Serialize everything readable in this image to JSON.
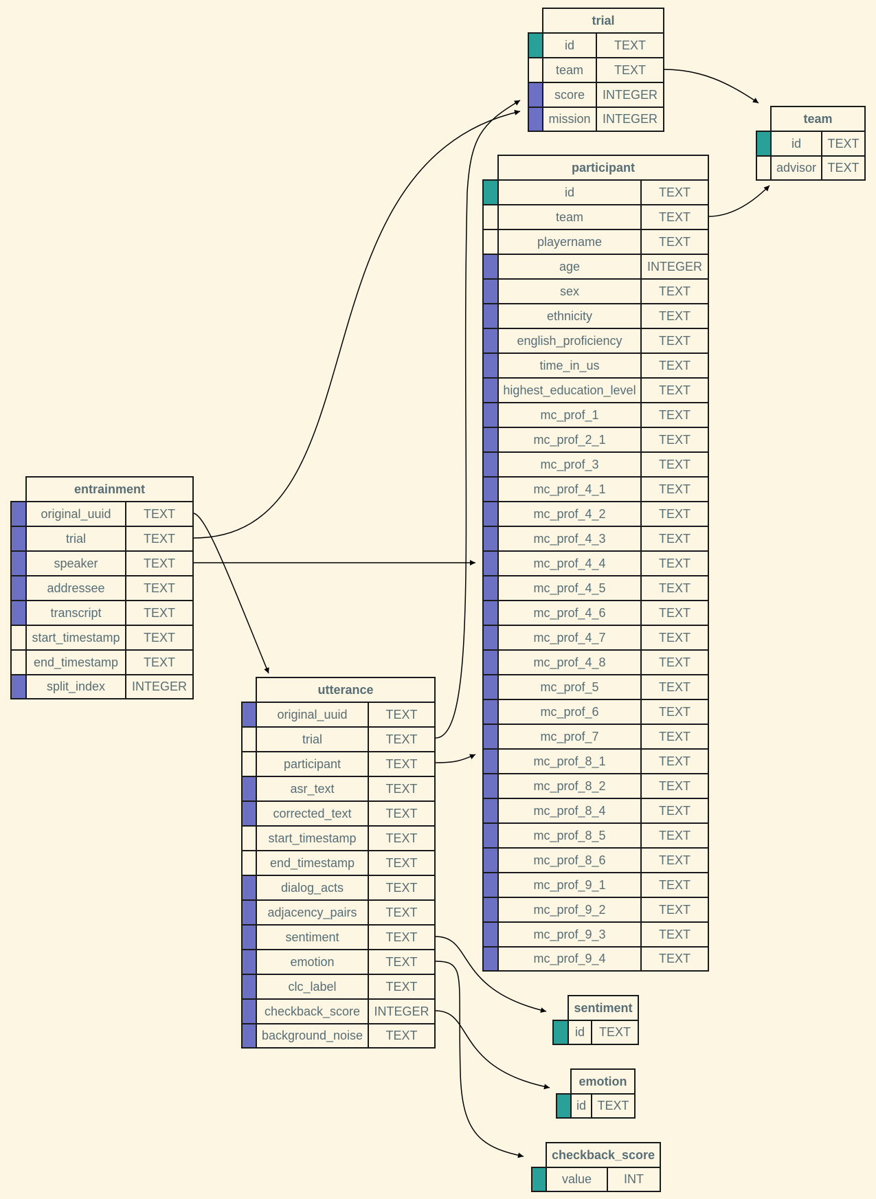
{
  "colors": {
    "background": "#fdf6e3",
    "text": "#586e75",
    "primary_key": "#2aa198",
    "indexed": "#6c71c4",
    "none": "#fdf6e3",
    "border": "#1a1a1a"
  },
  "tables": [
    {
      "name": "trial",
      "columns": [
        {
          "name": "id",
          "type": "TEXT",
          "marker": "primary_key"
        },
        {
          "name": "team",
          "type": "TEXT",
          "marker": "none"
        },
        {
          "name": "score",
          "type": "INTEGER",
          "marker": "indexed"
        },
        {
          "name": "mission",
          "type": "INTEGER",
          "marker": "indexed"
        }
      ]
    },
    {
      "name": "team",
      "columns": [
        {
          "name": "id",
          "type": "TEXT",
          "marker": "primary_key"
        },
        {
          "name": "advisor",
          "type": "TEXT",
          "marker": "none"
        }
      ]
    },
    {
      "name": "participant",
      "columns": [
        {
          "name": "id",
          "type": "TEXT",
          "marker": "primary_key"
        },
        {
          "name": "team",
          "type": "TEXT",
          "marker": "none"
        },
        {
          "name": "playername",
          "type": "TEXT",
          "marker": "none"
        },
        {
          "name": "age",
          "type": "INTEGER",
          "marker": "indexed"
        },
        {
          "name": "sex",
          "type": "TEXT",
          "marker": "indexed"
        },
        {
          "name": "ethnicity",
          "type": "TEXT",
          "marker": "indexed"
        },
        {
          "name": "english_proficiency",
          "type": "TEXT",
          "marker": "indexed"
        },
        {
          "name": "time_in_us",
          "type": "TEXT",
          "marker": "indexed"
        },
        {
          "name": "highest_education_level",
          "type": "TEXT",
          "marker": "indexed"
        },
        {
          "name": "mc_prof_1",
          "type": "TEXT",
          "marker": "indexed"
        },
        {
          "name": "mc_prof_2_1",
          "type": "TEXT",
          "marker": "indexed"
        },
        {
          "name": "mc_prof_3",
          "type": "TEXT",
          "marker": "indexed"
        },
        {
          "name": "mc_prof_4_1",
          "type": "TEXT",
          "marker": "indexed"
        },
        {
          "name": "mc_prof_4_2",
          "type": "TEXT",
          "marker": "indexed"
        },
        {
          "name": "mc_prof_4_3",
          "type": "TEXT",
          "marker": "indexed"
        },
        {
          "name": "mc_prof_4_4",
          "type": "TEXT",
          "marker": "indexed"
        },
        {
          "name": "mc_prof_4_5",
          "type": "TEXT",
          "marker": "indexed"
        },
        {
          "name": "mc_prof_4_6",
          "type": "TEXT",
          "marker": "indexed"
        },
        {
          "name": "mc_prof_4_7",
          "type": "TEXT",
          "marker": "indexed"
        },
        {
          "name": "mc_prof_4_8",
          "type": "TEXT",
          "marker": "indexed"
        },
        {
          "name": "mc_prof_5",
          "type": "TEXT",
          "marker": "indexed"
        },
        {
          "name": "mc_prof_6",
          "type": "TEXT",
          "marker": "indexed"
        },
        {
          "name": "mc_prof_7",
          "type": "TEXT",
          "marker": "indexed"
        },
        {
          "name": "mc_prof_8_1",
          "type": "TEXT",
          "marker": "indexed"
        },
        {
          "name": "mc_prof_8_2",
          "type": "TEXT",
          "marker": "indexed"
        },
        {
          "name": "mc_prof_8_4",
          "type": "TEXT",
          "marker": "indexed"
        },
        {
          "name": "mc_prof_8_5",
          "type": "TEXT",
          "marker": "indexed"
        },
        {
          "name": "mc_prof_8_6",
          "type": "TEXT",
          "marker": "indexed"
        },
        {
          "name": "mc_prof_9_1",
          "type": "TEXT",
          "marker": "indexed"
        },
        {
          "name": "mc_prof_9_2",
          "type": "TEXT",
          "marker": "indexed"
        },
        {
          "name": "mc_prof_9_3",
          "type": "TEXT",
          "marker": "indexed"
        },
        {
          "name": "mc_prof_9_4",
          "type": "TEXT",
          "marker": "indexed"
        }
      ]
    },
    {
      "name": "entrainment",
      "columns": [
        {
          "name": "original_uuid",
          "type": "TEXT",
          "marker": "indexed"
        },
        {
          "name": "trial",
          "type": "TEXT",
          "marker": "indexed"
        },
        {
          "name": "speaker",
          "type": "TEXT",
          "marker": "indexed"
        },
        {
          "name": "addressee",
          "type": "TEXT",
          "marker": "indexed"
        },
        {
          "name": "transcript",
          "type": "TEXT",
          "marker": "indexed"
        },
        {
          "name": "start_timestamp",
          "type": "TEXT",
          "marker": "none"
        },
        {
          "name": "end_timestamp",
          "type": "TEXT",
          "marker": "none"
        },
        {
          "name": "split_index",
          "type": "INTEGER",
          "marker": "indexed"
        }
      ]
    },
    {
      "name": "utterance",
      "columns": [
        {
          "name": "original_uuid",
          "type": "TEXT",
          "marker": "indexed"
        },
        {
          "name": "trial",
          "type": "TEXT",
          "marker": "none"
        },
        {
          "name": "participant",
          "type": "TEXT",
          "marker": "none"
        },
        {
          "name": "asr_text",
          "type": "TEXT",
          "marker": "indexed"
        },
        {
          "name": "corrected_text",
          "type": "TEXT",
          "marker": "indexed"
        },
        {
          "name": "start_timestamp",
          "type": "TEXT",
          "marker": "none"
        },
        {
          "name": "end_timestamp",
          "type": "TEXT",
          "marker": "none"
        },
        {
          "name": "dialog_acts",
          "type": "TEXT",
          "marker": "indexed"
        },
        {
          "name": "adjacency_pairs",
          "type": "TEXT",
          "marker": "indexed"
        },
        {
          "name": "sentiment",
          "type": "TEXT",
          "marker": "indexed"
        },
        {
          "name": "emotion",
          "type": "TEXT",
          "marker": "indexed"
        },
        {
          "name": "clc_label",
          "type": "TEXT",
          "marker": "indexed"
        },
        {
          "name": "checkback_score",
          "type": "INTEGER",
          "marker": "indexed"
        },
        {
          "name": "background_noise",
          "type": "TEXT",
          "marker": "indexed"
        }
      ]
    },
    {
      "name": "sentiment",
      "columns": [
        {
          "name": "id",
          "type": "TEXT",
          "marker": "primary_key"
        }
      ]
    },
    {
      "name": "emotion",
      "columns": [
        {
          "name": "id",
          "type": "TEXT",
          "marker": "primary_key"
        }
      ]
    },
    {
      "name": "checkback_score",
      "columns": [
        {
          "name": "value",
          "type": "INT",
          "marker": "primary_key"
        }
      ]
    }
  ],
  "relationships": [
    {
      "from": "trial.team",
      "to": "team"
    },
    {
      "from": "participant.team",
      "to": "team"
    },
    {
      "from": "entrainment.original_uuid",
      "to": "utterance"
    },
    {
      "from": "entrainment.trial",
      "to": "trial"
    },
    {
      "from": "entrainment.speaker",
      "to": "participant"
    },
    {
      "from": "utterance.trial",
      "to": "trial"
    },
    {
      "from": "utterance.participant",
      "to": "participant"
    },
    {
      "from": "utterance.sentiment",
      "to": "sentiment"
    },
    {
      "from": "utterance.emotion",
      "to": "checkback_score"
    },
    {
      "from": "utterance.checkback_score",
      "to": "emotion"
    }
  ]
}
